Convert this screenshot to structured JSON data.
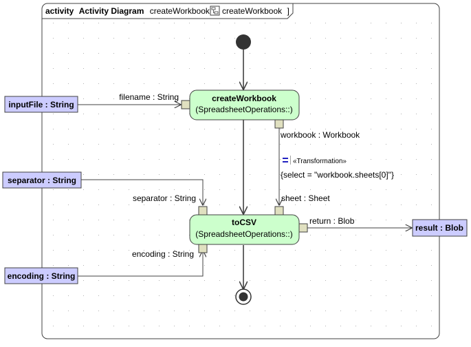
{
  "frame": {
    "keyword": "activity",
    "kind": "Activity Diagram",
    "name": "createWorkbook",
    "bracket_open": "[",
    "bracket_close": "]",
    "reference_icon": "activity-diagram-icon",
    "reference": "createWorkbook"
  },
  "actions": {
    "create_workbook": {
      "name": "createWorkbook",
      "owner": "(SpreadsheetOperations::)"
    },
    "to_csv": {
      "name": "toCSV",
      "owner": "(SpreadsheetOperations::)"
    }
  },
  "parameters": {
    "input_file": "inputFile : String",
    "separator": "separator : String",
    "encoding": "encoding : String",
    "result": "result : Blob"
  },
  "pins": {
    "filename": "filename : String",
    "workbook": "workbook : Workbook",
    "separator": "separator : String",
    "sheet": "sheet : Sheet",
    "encoding": "encoding : String",
    "return": "return : Blob"
  },
  "transformation": {
    "icon": "equals-icon",
    "icon_glyph": "=",
    "stereotype": "«Transformation»",
    "expression": "{select = \"workbook.sheets[0]\"}"
  },
  "colors": {
    "action_fill": "#ccffcc",
    "parameter_fill": "#ccccff",
    "pin_fill": "#e0e0c0",
    "line": "#404040",
    "icon_accent": "#2020c0"
  }
}
